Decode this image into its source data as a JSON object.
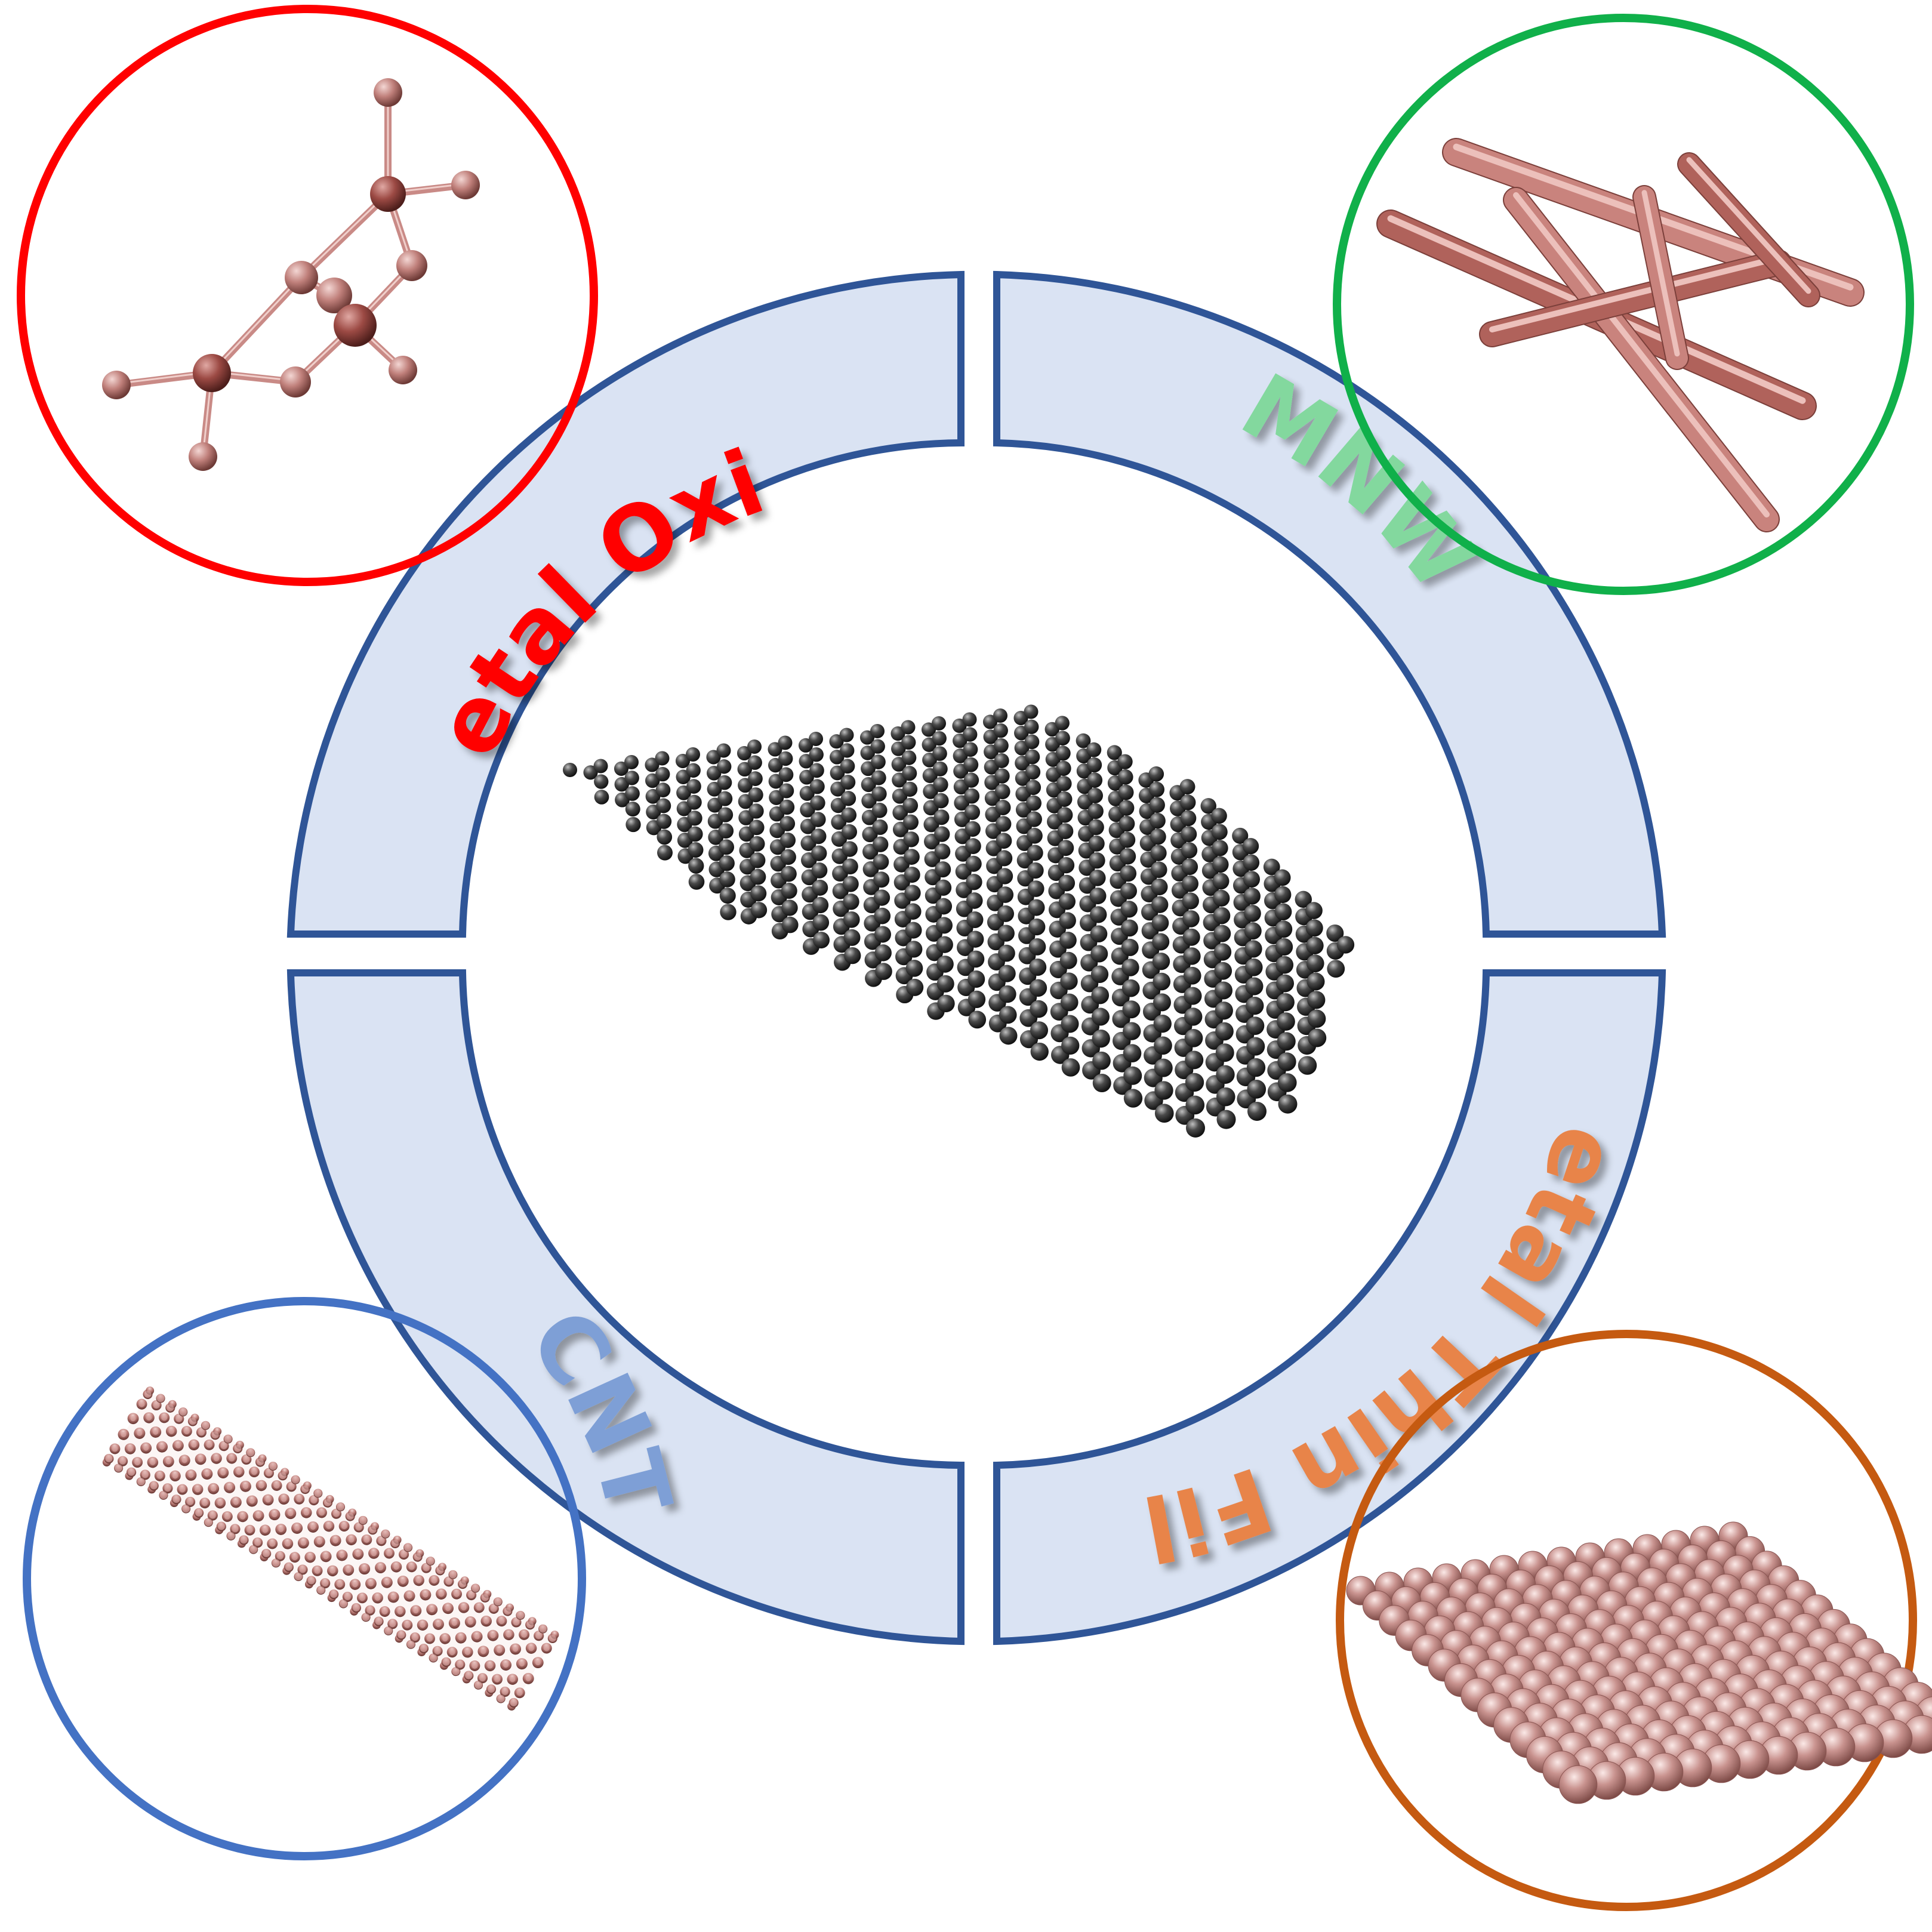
{
  "diagram": {
    "center_material": "graphene-sheet",
    "ring": {
      "fill_color": "#dae3f3",
      "stroke_color": "#2f5597"
    },
    "segments": [
      {
        "id": "metal-oxide",
        "label": "Metal Oxide",
        "color": "#ff0000"
      },
      {
        "id": "mnws",
        "label": "MNWs",
        "color": "#7fd89a"
      },
      {
        "id": "metal-thin-film",
        "label": "Metal Thin Film",
        "color": "#e8844a"
      },
      {
        "id": "cnt",
        "label": "CNT",
        "color": "#7e9fd6"
      }
    ],
    "insets": [
      {
        "id": "metal-oxide",
        "icon": "metal-oxide-molecule-icon",
        "border_color": "#ff0000"
      },
      {
        "id": "mnws",
        "icon": "nanowires-icon",
        "border_color": "#10b04a"
      },
      {
        "id": "cnt",
        "icon": "carbon-nanotube-icon",
        "border_color": "#4472c4"
      },
      {
        "id": "metal-thin-film",
        "icon": "atomic-layer-film-icon",
        "border_color": "#c55a11"
      }
    ],
    "atom_colors": {
      "carbon": "#3a3a3a",
      "metal": "#c98a86",
      "metal_dark": "#a0524c",
      "wire": "#c9837d"
    }
  }
}
